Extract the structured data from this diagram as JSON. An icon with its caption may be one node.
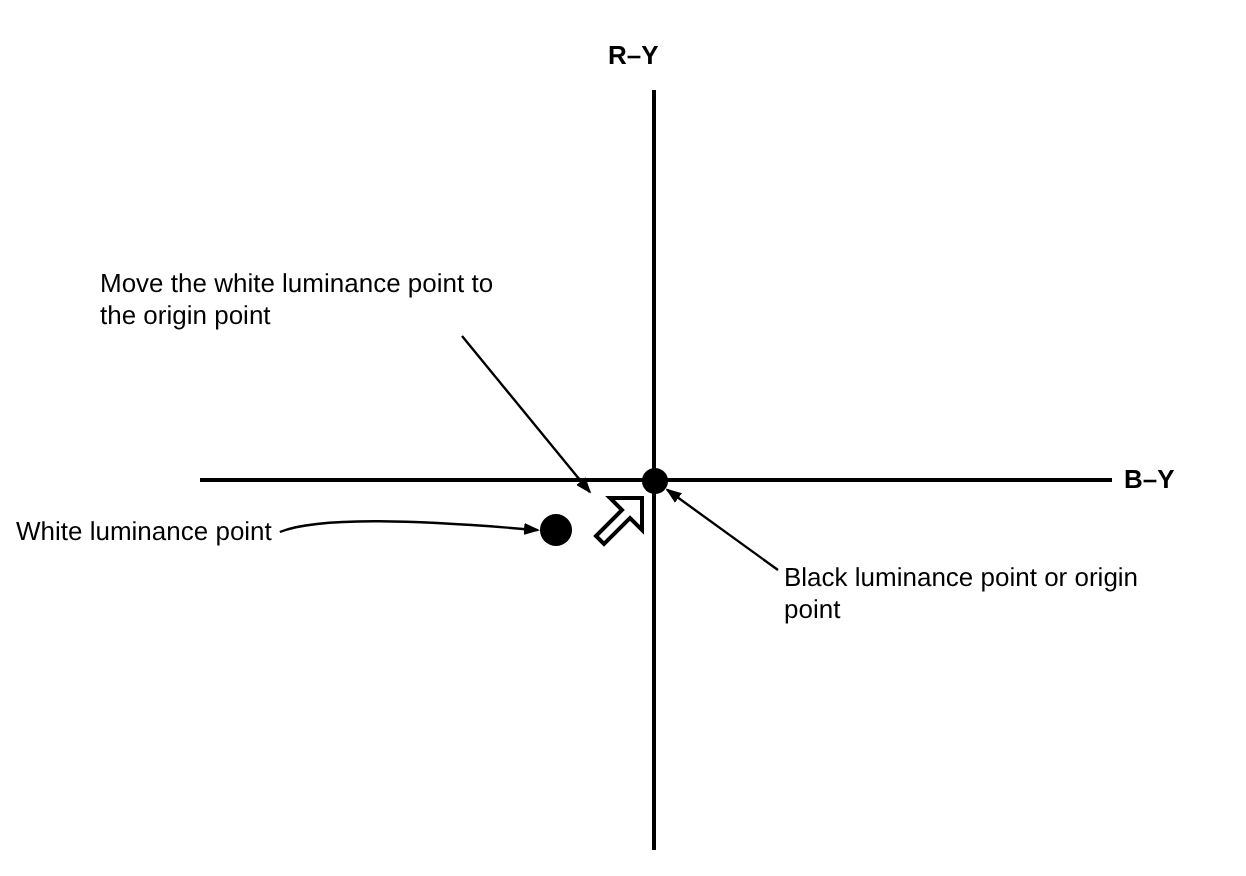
{
  "diagram": {
    "nodes": [
      {
        "text": [
          "Move the white luminance point to the origin point"
        ]
      },
      {
        "text": [],
        "shape": "arrow"
      },
      {
        "text": [
          "White luminance point"
        ]
      },
      {
        "text": [],
        "shape": "circle"
      },
      {
        "text": [],
        "shape": "circle"
      },
      {
        "text": [
          "Black luminance point or origin point"
        ]
      }
    ],
    "edges": [
      {
        "from": 0,
        "to": 1,
        "arrow": "to"
      },
      {
        "from": 2,
        "to": 3,
        "arrow": "to"
      },
      {
        "from": 5,
        "to": 4,
        "arrow": "to"
      }
    ],
    "labels": [
      "R–Y",
      "B–Y"
    ]
  }
}
